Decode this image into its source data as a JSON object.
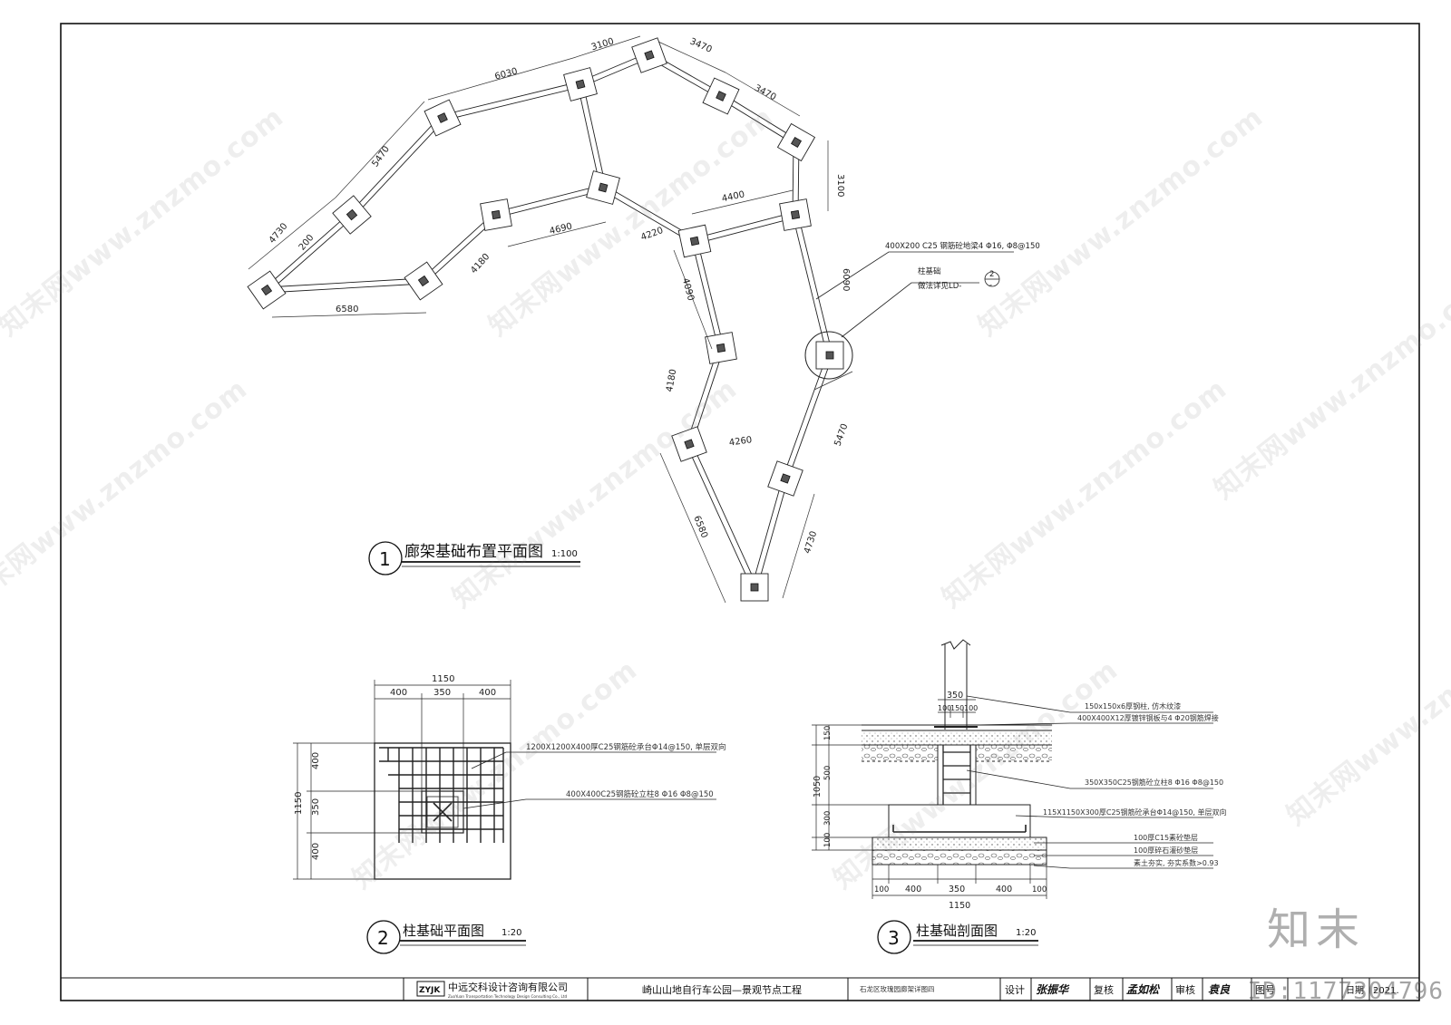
{
  "views": [
    {
      "num": "1",
      "title": "廊架基础布置平面图",
      "scale": "1:100"
    },
    {
      "num": "2",
      "title": "柱基础平面图",
      "scale": "1:20"
    },
    {
      "num": "3",
      "title": "柱基础剖面图",
      "scale": "1:20"
    }
  ],
  "plan1": {
    "dims": [
      "3100",
      "3470",
      "3470",
      "6030",
      "5470",
      "3100",
      "4400",
      "4730",
      "200",
      "4690",
      "4220",
      "4180",
      "6580",
      "6090",
      "4090",
      "4180",
      "4260",
      "5470",
      "6580",
      "4730"
    ],
    "note1": "400X200 C25 钢筋砼地梁4 Φ16, Φ8@150",
    "note2a": "柱基础",
    "note2b": "做法详见LD-",
    "callout_num": "2",
    "callout_den": "-"
  },
  "plan2": {
    "top_total": "1150",
    "top_parts": [
      "400",
      "350",
      "400"
    ],
    "left_total": "1150",
    "left_parts": [
      "400",
      "350",
      "400"
    ],
    "note1": "1200X1200X400厚C25钢筋砼承台Φ14@150, 单层双向",
    "note2": "400X400C25钢筋砼立柱8 Φ16 Φ8@150"
  },
  "section3": {
    "top_dim": "350",
    "top_parts": [
      "100",
      "150",
      "100"
    ],
    "left_total": "1050",
    "left_parts": [
      "150",
      "500",
      "300",
      "100"
    ],
    "bottom_parts": [
      "100",
      "400",
      "350",
      "400",
      "100"
    ],
    "bottom_total": "1150",
    "notes": [
      "150x150x6厚钢柱, 仿木纹漆",
      "400X400X12厚镀锌钢板与4 Φ20钢筋焊接",
      "350X350C25钢筋砼立柱8 Φ16 Φ8@150",
      "115X1150X300厚C25钢筋砼承台Φ14@150, 单层双向",
      "100厚C15素砼垫层",
      "100厚碎石灌砂垫层",
      "素土夯实, 夯实系数>0.93"
    ]
  },
  "titleblock": {
    "company": "中远交科设计咨询有限公司",
    "company_en": "ZuoYuan Transportation Technology Design Consulting Co., Ltd",
    "logo": "ZYJK",
    "project": "崎山山地自行车公园—景观节点工程",
    "drawing": "石龙区玫瑰园廊架详图四",
    "design_label": "设计",
    "check_label": "复核",
    "review_label": "审核",
    "drawing_no_label": "图号",
    "date_label": "日期",
    "date_value": "2021.",
    "sig1": "张振华",
    "sig2": "孟如松",
    "sig3": "袁良"
  },
  "watermark": "知末网www.znzmo.com",
  "brand": "知末",
  "id_text": "ID:1177304796"
}
